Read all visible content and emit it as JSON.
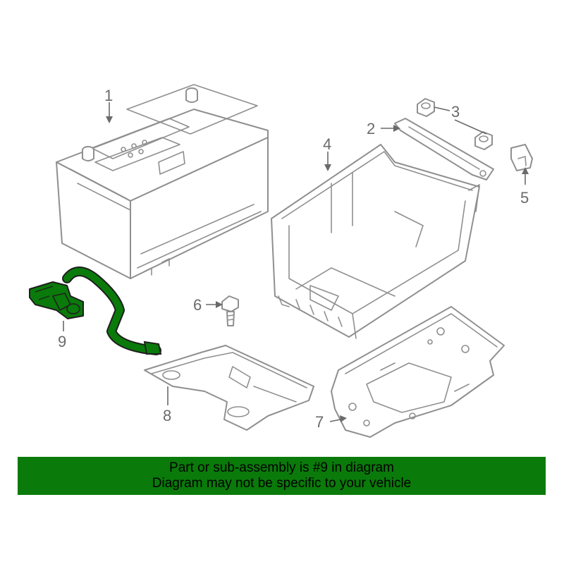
{
  "labels": {
    "battery": "1",
    "bracket": "2",
    "nut": "3",
    "tray": "4",
    "clip": "5",
    "bolt": "6",
    "lower_plate": "7",
    "heat_shield": "8",
    "cable": "9"
  },
  "colors": {
    "highlight": "#0a7a0a",
    "line": "#8f8f8f"
  },
  "banner": {
    "line1": "Part or sub-assembly is #9 in diagram",
    "line2": "Diagram may not be specific to your vehicle"
  }
}
